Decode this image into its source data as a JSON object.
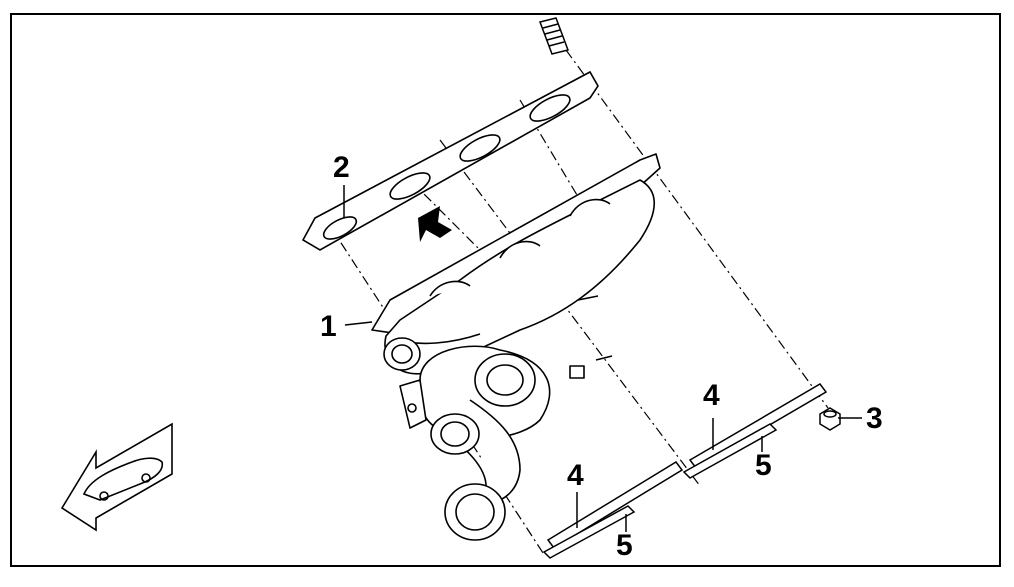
{
  "diagram": {
    "callouts": {
      "c1": "1",
      "c2": "2",
      "c3": "3",
      "c4a": "4",
      "c4b": "4",
      "c5a": "5",
      "c5b": "5"
    },
    "icons": [
      "direction-arrow-icon",
      "vehicle-front-icon"
    ],
    "colors": {
      "line": "#000000",
      "background": "#ffffff"
    }
  }
}
